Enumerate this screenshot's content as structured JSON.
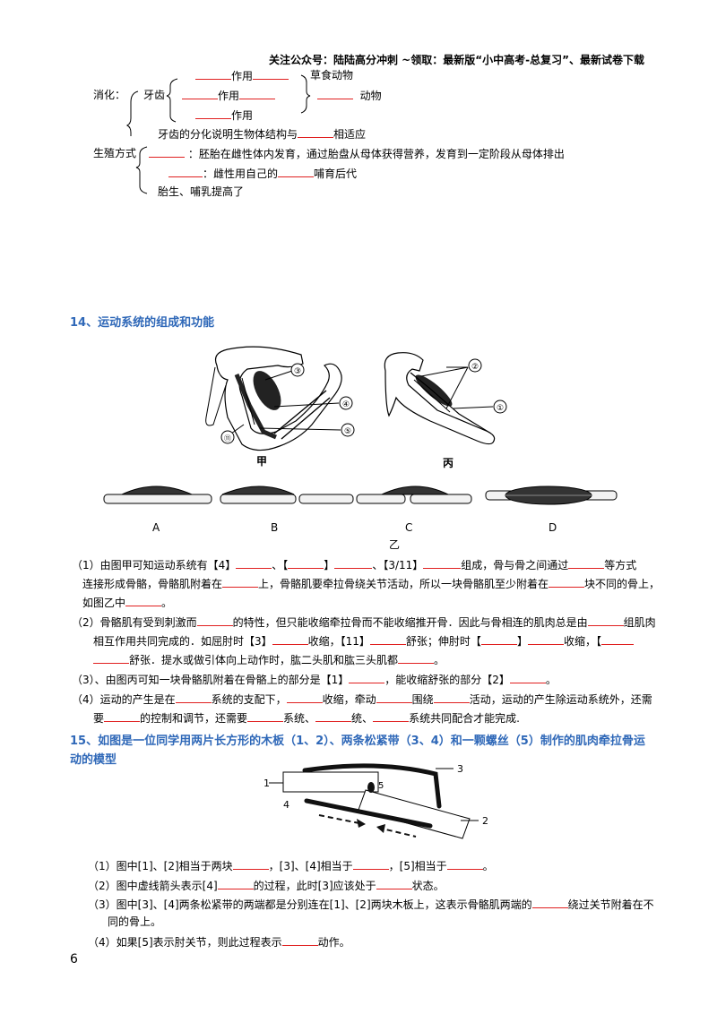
{
  "header": {
    "text": "关注公众号：陆陆高分冲刺 ~领取：最新版“小中高考-总复习”、最新试卷下载"
  },
  "digestion": {
    "label": "消化：",
    "teeth": "牙齿",
    "action": "作用",
    "herbivore": "草食动物",
    "animal": "动物",
    "conclusion_a": "牙齿的分化说明生物体结构与",
    "conclusion_b": "相适应"
  },
  "reproduction": {
    "label": "生殖方式",
    "line1": "：胚胎在雌性体内发育，通过胎盘从母体获得营养，发育到一定阶段从母体排出",
    "line2a": "：雌性用自己的",
    "line2b": "哺育后代",
    "line3": "胎生、哺乳提高了"
  },
  "section14": {
    "title": "14、运动系统的组成和功能",
    "fig_jia": "甲",
    "fig_bing": "丙",
    "fig_yi": "乙",
    "marks": [
      "③",
      "④",
      "⑤",
      "⑪",
      "②",
      "①"
    ],
    "muscle_labels": [
      "A",
      "B",
      "C",
      "D"
    ],
    "q1": {
      "a": "（1）由图甲可知运动系统有【4】",
      "b": "、【",
      "c": "】",
      "d": "、【3/11】",
      "e": "组成，骨与骨之间通过",
      "f": "等方式",
      "g": "连接形成骨骼，骨骼肌附着在",
      "h": "上，骨骼肌要牵拉骨绕关节活动，所以一块骨骼肌至少附着在",
      "i": "块不同的骨上，",
      "j": "如图乙中",
      "k": "。"
    },
    "q2": {
      "a": "（2）骨骼肌有受到刺激而",
      "b": "的特性，但只能收缩牵拉骨而不能收缩推开骨．因此与骨相连的肌肉总是由",
      "c": "组肌肉",
      "d": "相互作用共同完成的．如屈肘时【3】",
      "e": "收缩，【11】",
      "f": "舒张；伸肘时【",
      "g": "】",
      "h": "收缩，【",
      "i": "舒张．提水或做引体向上动作时，肱二头肌和肱三头肌都",
      "j": "。"
    },
    "q3": {
      "a": "（3）、由图丙可知一块骨骼肌附着在骨骼上的部分是【1】",
      "b": "，能收缩舒张的部分【2】",
      "c": "。"
    },
    "q4": {
      "a": "（4）运动的产生是在",
      "b": "系统的支配下，",
      "c": "收缩，牵动",
      "d": "围绕",
      "e": "活动，运动的产生除运动系统外，还需",
      "f": "要",
      "g": "的控制和调节，还需要",
      "h": "系统、",
      "i": "统、",
      "j": "系统共同配合才能完成."
    }
  },
  "section15": {
    "title1": "15、如图是一位同学用两片长方形的木板（1、2）、两条松紧带（3、4）和一颗螺丝（5）制作的肌肉牵拉骨运",
    "title2": "动的模型",
    "labels": [
      "1",
      "2",
      "3",
      "4",
      "5"
    ],
    "q1": {
      "a": "（1）图中[1]、[2]相当于两块",
      "b": "，[3]、[4]相当于",
      "c": "，[5]相当于",
      "d": "。"
    },
    "q2": {
      "a": "（2）图中虚线箭头表示[4]",
      "b": "的过程，此时[3]应该处于",
      "c": "状态。"
    },
    "q3": {
      "a": "（3）图中[3]、[4]两条松紧带的两端都是分别连在[1]、[2]两块木板上，这表示骨骼肌两端的",
      "b": "绕过关节附着在不",
      "c": "同的骨上。"
    },
    "q4": {
      "a": "（4）如果[5]表示肘关节，则此过程表示",
      "b": "动作。"
    }
  },
  "page_number": "6"
}
